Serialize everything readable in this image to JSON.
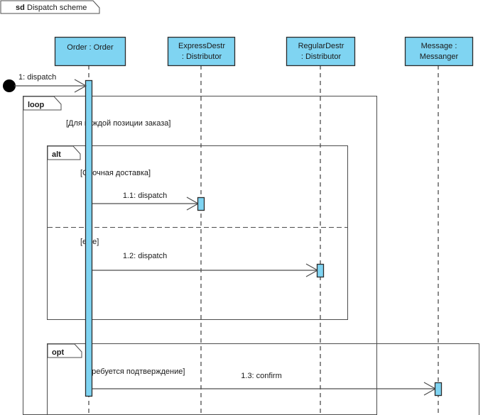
{
  "diagram": {
    "kind_label": "sd",
    "name": "Dispatch scheme",
    "participants": [
      {
        "id": "order",
        "line1": "Order : Order",
        "line2": ""
      },
      {
        "id": "express",
        "line1": "ExpressDestr",
        "line2": ": Distributor"
      },
      {
        "id": "regular",
        "line1": "RegularDestr",
        "line2": ": Distributor"
      },
      {
        "id": "messenger",
        "line1": "Message :",
        "line2": "Messanger"
      }
    ],
    "fragments": [
      {
        "id": "loop",
        "operator": "loop",
        "guard": "[Для каждой позиции заказа]"
      },
      {
        "id": "alt",
        "operator": "alt",
        "guard": "[Срочная доставка]",
        "else_guard": "[else]"
      },
      {
        "id": "opt",
        "operator": "opt",
        "guard": "[Требуется подтверждение]"
      }
    ],
    "messages": [
      {
        "id": "m0",
        "label": "1: dispatch",
        "from": "found",
        "to": "order"
      },
      {
        "id": "m1",
        "label": "1.1: dispatch",
        "from": "order",
        "to": "express"
      },
      {
        "id": "m2",
        "label": "1.2: dispatch",
        "from": "order",
        "to": "regular"
      },
      {
        "id": "m3",
        "label": "1.3: confirm",
        "from": "order",
        "to": "messenger"
      }
    ],
    "colors": {
      "participant_fill": "#7fd4f2",
      "participant_stroke": "#2b2b2b",
      "line": "#4d4d4d",
      "text": "#1a1a1a",
      "background": "#ffffff"
    }
  }
}
